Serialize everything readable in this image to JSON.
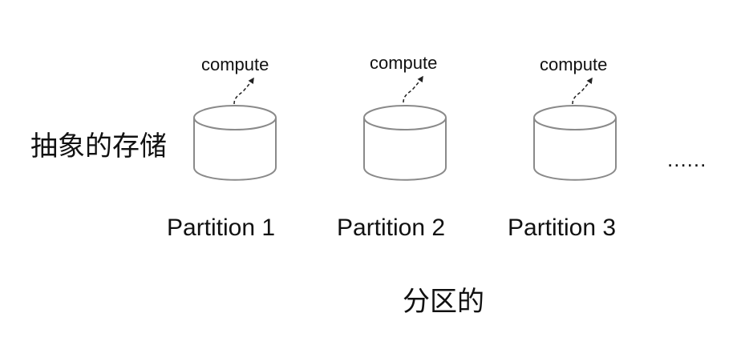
{
  "diagram": {
    "left_title": "抽象的存储",
    "bottom_title": "分区的",
    "ellipsis": "......",
    "partitions": [
      {
        "label": "Partition 1",
        "compute": "compute"
      },
      {
        "label": "Partition 2",
        "compute": "compute"
      },
      {
        "label": "Partition 3",
        "compute": "compute"
      }
    ],
    "colors": {
      "cylinder_stroke": "#8a8a8a",
      "cylinder_fill": "#ffffff",
      "arrow": "#222222",
      "text": "#111111"
    }
  }
}
